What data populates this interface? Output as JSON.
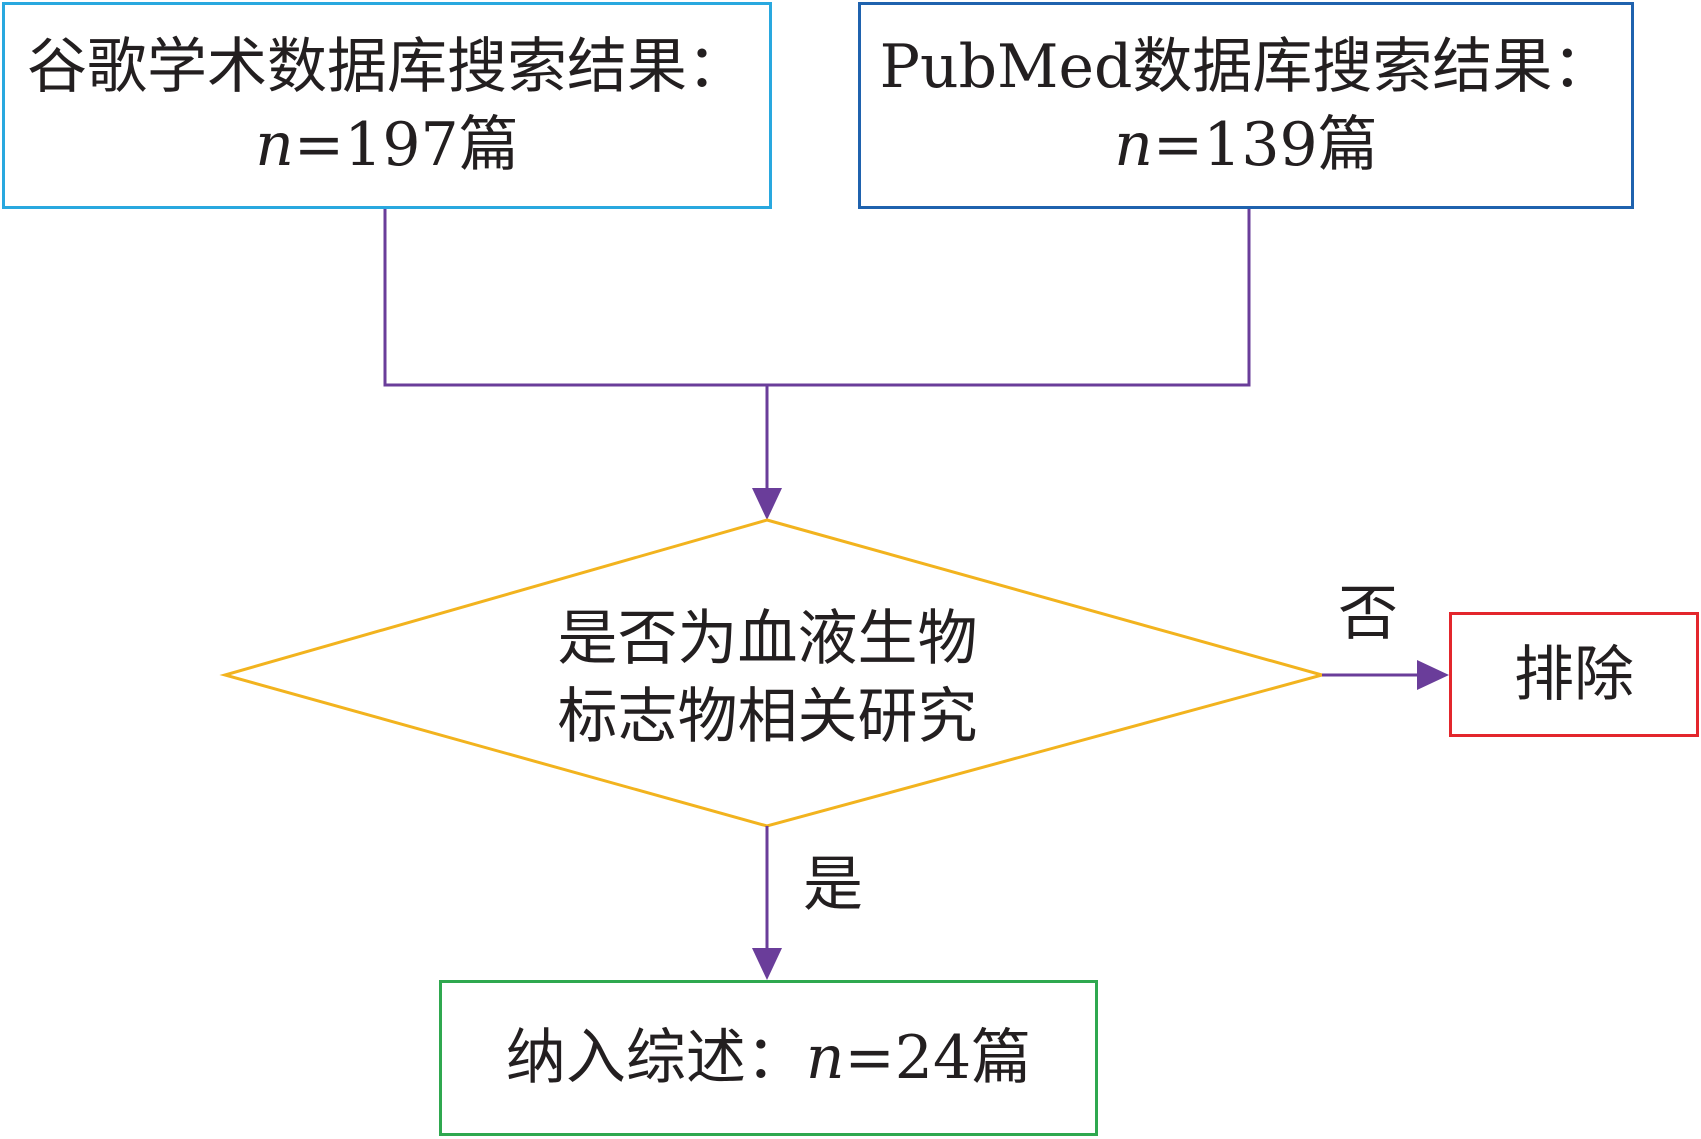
{
  "nodes": {
    "google": {
      "line1": "谷歌学术数据库搜索结果：",
      "n_symbol": "n",
      "count_text": "=197篇"
    },
    "pubmed": {
      "line1": "PubMed数据库搜索结果：",
      "n_symbol": "n",
      "count_text": "=139篇"
    },
    "decision": {
      "line1": "是否为血液生物",
      "line2": "标志物相关研究"
    },
    "exclude": {
      "label": "排除"
    },
    "include": {
      "prefix": "纳入综述：",
      "n_symbol": "n",
      "count_text": "=24篇"
    }
  },
  "edges": {
    "no_label": "否",
    "yes_label": "是"
  },
  "colors": {
    "google_border": "#29a8df",
    "pubmed_border": "#1f62ae",
    "decision_border": "#f2b31e",
    "exclude_border": "#e3262c",
    "include_border": "#2fa84f",
    "connector": "#6a3d9a",
    "text": "#231f20"
  }
}
